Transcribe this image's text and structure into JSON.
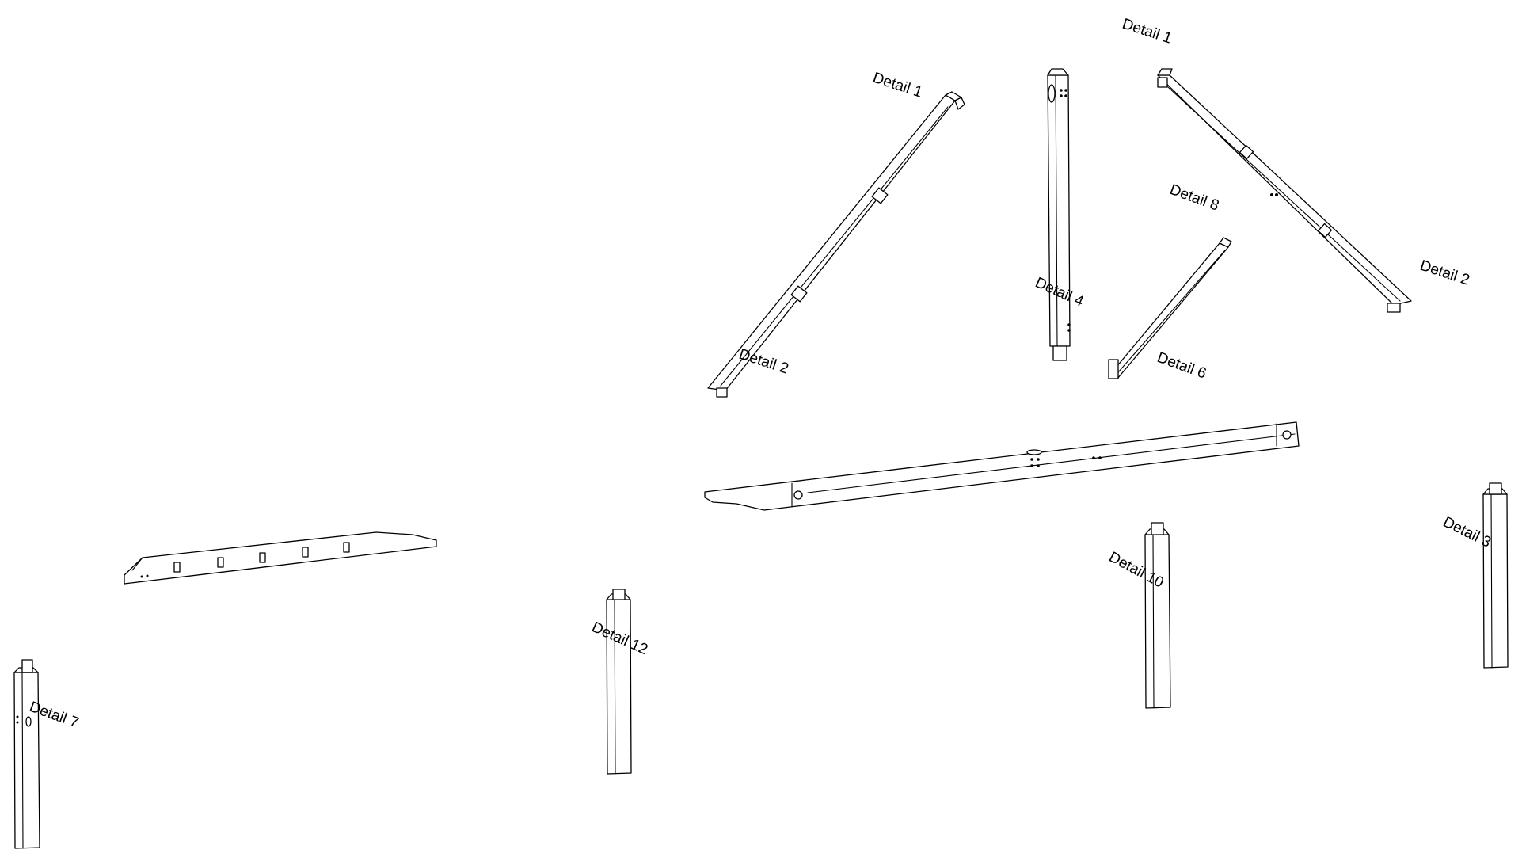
{
  "labels": {
    "d1_left": "Detail 1",
    "d1_right": "Detail 1",
    "d2_left": "Detail 2",
    "d2_right": "Detail 2",
    "d3": "Detail 3",
    "d4": "Detail 4",
    "d6": "Detail 6",
    "d7": "Detail 7",
    "d8": "Detail 8",
    "d10": "Detail 10",
    "d12": "Detail 12"
  },
  "colors": {
    "ink": "#000000",
    "paper": "#ffffff"
  }
}
